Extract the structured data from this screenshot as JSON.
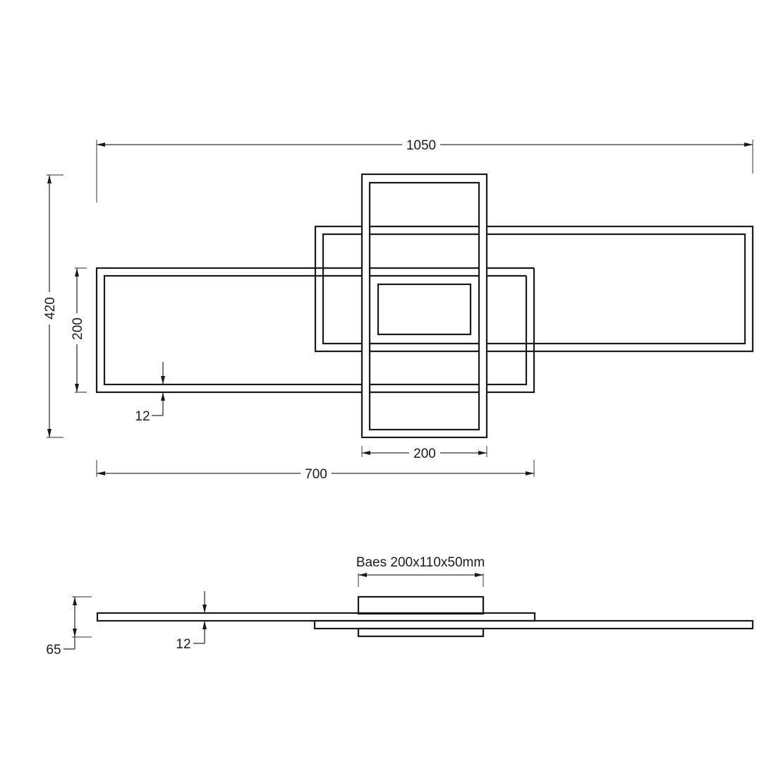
{
  "drawing": {
    "units": "mm",
    "background": "#ffffff",
    "line_color": "#1a1a1a"
  },
  "top_view": {
    "dimensions": {
      "overall_width": "1050",
      "overall_height": "420",
      "frame_height": "200",
      "frame_thickness": "12",
      "vertical_frame_width": "200",
      "left_frame_length": "700"
    }
  },
  "side_view": {
    "base_label": "Baes 200x110x50mm",
    "dimensions": {
      "overall_depth": "65",
      "bar_thickness": "12"
    }
  }
}
